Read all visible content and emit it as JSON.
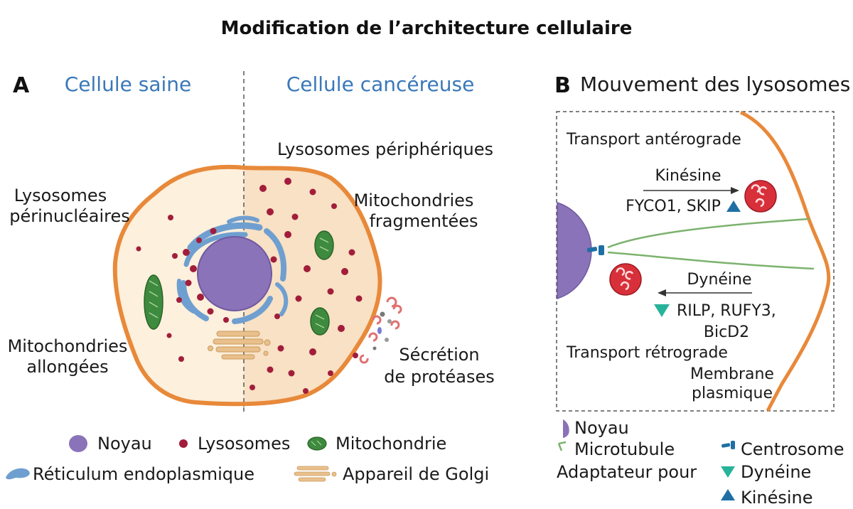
{
  "title": "Modification de l’architecture cellulaire",
  "panel_a": {
    "letter": "A",
    "healthy_label": "Cellule saine",
    "cancer_label": "Cellule cancéreuse",
    "perinuclear_line1": "Lysosomes",
    "perinuclear_line2": "périnucléaires",
    "elongated_line1": "Mitochondries",
    "elongated_line2": "allongées",
    "peripheral": "Lysosomes périphériques",
    "fragmented_line1": "Mitochondries",
    "fragmented_line2": "fragmentées",
    "secretion_line1": "Sécrétion",
    "secretion_line2": "de protéases"
  },
  "panel_b": {
    "letter": "B",
    "heading": "Mouvement des lysosomes",
    "anterograde": "Transport antérograde",
    "kinesin": "Kinésine",
    "kinesin_adaptors": "FYCO1, SKIP",
    "dynein": "Dynéine",
    "dynein_adaptors_line1": "RILP, RUFY3,",
    "dynein_adaptors_line2": "BicD2",
    "retrograde": "Transport rétrograde",
    "membrane_line1": "Membrane",
    "membrane_line2": "plasmique"
  },
  "legend_a": {
    "nucleus": "Noyau",
    "lysosomes": "Lysosomes",
    "mitochondria": "Mitochondrie",
    "er": "Réticulum endoplasmique",
    "golgi": "Appareil de Golgi"
  },
  "legend_b": {
    "nucleus": "Noyau",
    "microtubule": "Microtubule",
    "centrosome": "Centrosome",
    "adaptor_for": "Adaptateur pour",
    "dynein": "Dynéine",
    "kinesin": "Kinésine"
  },
  "colors": {
    "membrane": "#e8893a",
    "cytoplasm_healthy": "#fdf0dc",
    "cytoplasm_cancer": "#f8e1c4",
    "nucleus": "#8a73b8",
    "er": "#6f9fd0",
    "golgi": "#e9c08c",
    "lysosome": "#a21d3b",
    "mitochondria": "#3e8a3e",
    "microtubule": "#7cb26e",
    "dynein_marker": "#27b39a",
    "kinesin_marker": "#1f6fa5",
    "lysosome_b": "#d8303a"
  }
}
